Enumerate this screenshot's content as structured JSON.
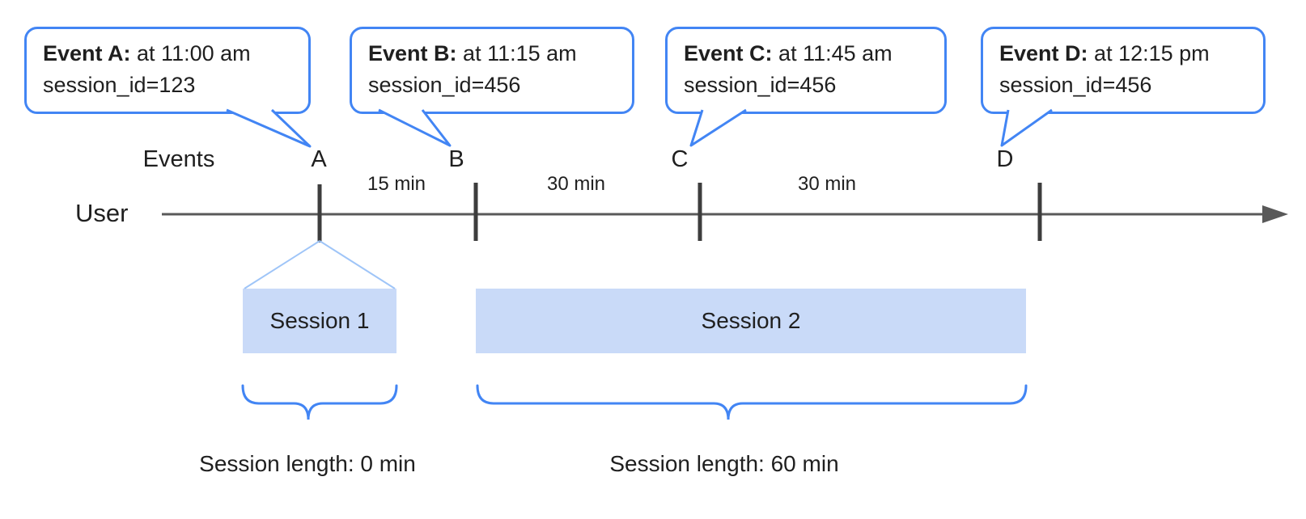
{
  "labels": {
    "events": "Events",
    "user": "User"
  },
  "bubbles": [
    {
      "bold": "Event A:",
      "rest": "at 11:00 am",
      "line2": "session_id=123"
    },
    {
      "bold": "Event B:",
      "rest": "at 11:15 am",
      "line2": "session_id=456"
    },
    {
      "bold": "Event C:",
      "rest": "at 11:45 am",
      "line2": "session_id=456"
    },
    {
      "bold": "Event D:",
      "rest": "at 12:15 pm",
      "line2": "session_id=456"
    }
  ],
  "event_markers": [
    "A",
    "B",
    "C",
    "D"
  ],
  "intervals": [
    "15 min",
    "30 min",
    "30 min"
  ],
  "sessions": [
    {
      "label": "Session 1",
      "length": "Session length: 0 min"
    },
    {
      "label": "Session 2",
      "length": "Session length: 60 min"
    }
  ],
  "colors": {
    "accent_blue": "#4285f4",
    "session_fill": "#c9daf8",
    "funnel_blue": "#9fc5f8",
    "timeline_gray": "#595959",
    "tick_gray": "#3d3d3d"
  }
}
